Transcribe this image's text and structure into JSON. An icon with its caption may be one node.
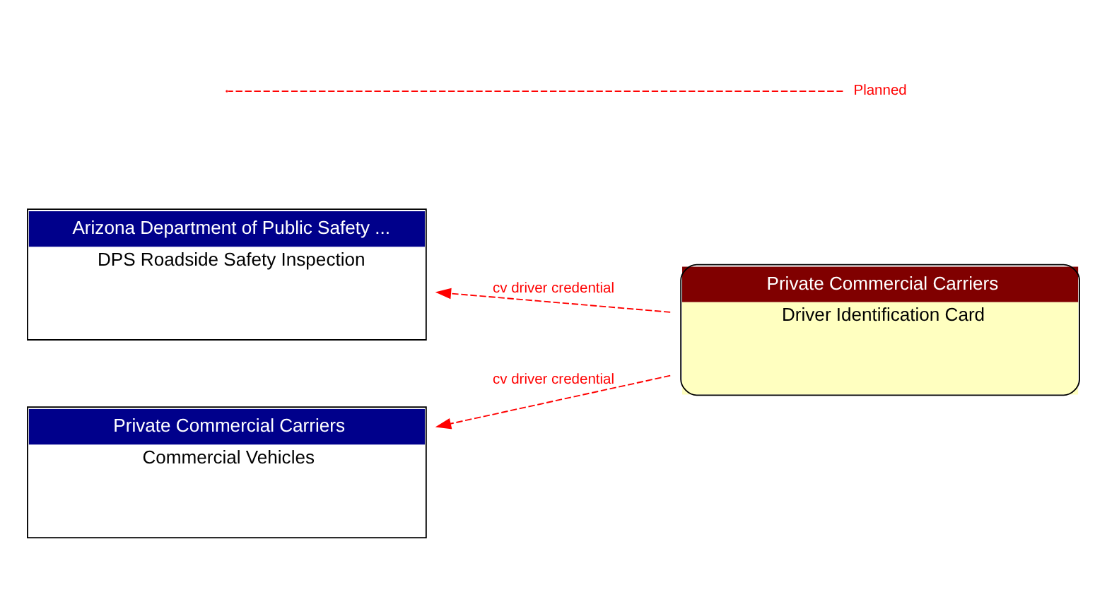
{
  "diagram": {
    "nodes": [
      {
        "text": [
          "Arizona Department of Public Safety ...",
          "DPS Roadside Safety Inspection"
        ]
      },
      {
        "text": [
          "Private Commercial Carriers",
          "Commercial Vehicles"
        ]
      },
      {
        "text": [
          "Private Commercial Carriers",
          "Driver Identification Card"
        ]
      }
    ],
    "edges": [
      {
        "from": 2,
        "to": 0,
        "arrow": "to",
        "label": "cv driver credential",
        "style": "dashed",
        "color": "#ff0000"
      },
      {
        "from": 2,
        "to": 1,
        "arrow": "to",
        "label": "cv driver credential",
        "style": "dashed",
        "color": "#ff0000"
      }
    ],
    "legend": [
      {
        "text": "Planned"
      }
    ]
  }
}
